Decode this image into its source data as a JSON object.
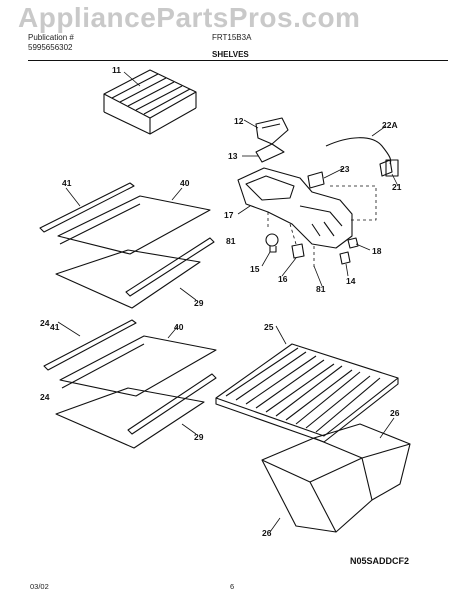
{
  "header": {
    "watermark": "AppliancePartsPros.com",
    "publication_label": "Publication #",
    "publication_no": "5995656302",
    "model": "FRT15B3A",
    "section": "SHELVES"
  },
  "parts": {
    "p11": "11",
    "p12": "12",
    "p13": "13",
    "p17": "17",
    "p22a": "22A",
    "p23": "23",
    "p21": "21",
    "p81a": "81",
    "p15": "15",
    "p16": "16",
    "p81b": "81",
    "p14": "14",
    "p18": "18",
    "p41a": "41",
    "p40a": "40",
    "p24a": "24",
    "p29a": "29",
    "p41b": "41",
    "p40b": "40",
    "p24b": "24",
    "p29b": "29",
    "p25": "25",
    "p26a": "26",
    "p26b": "26"
  },
  "footer": {
    "date": "03/02",
    "page": "6",
    "drawing_code": "N05SADDCF2"
  }
}
